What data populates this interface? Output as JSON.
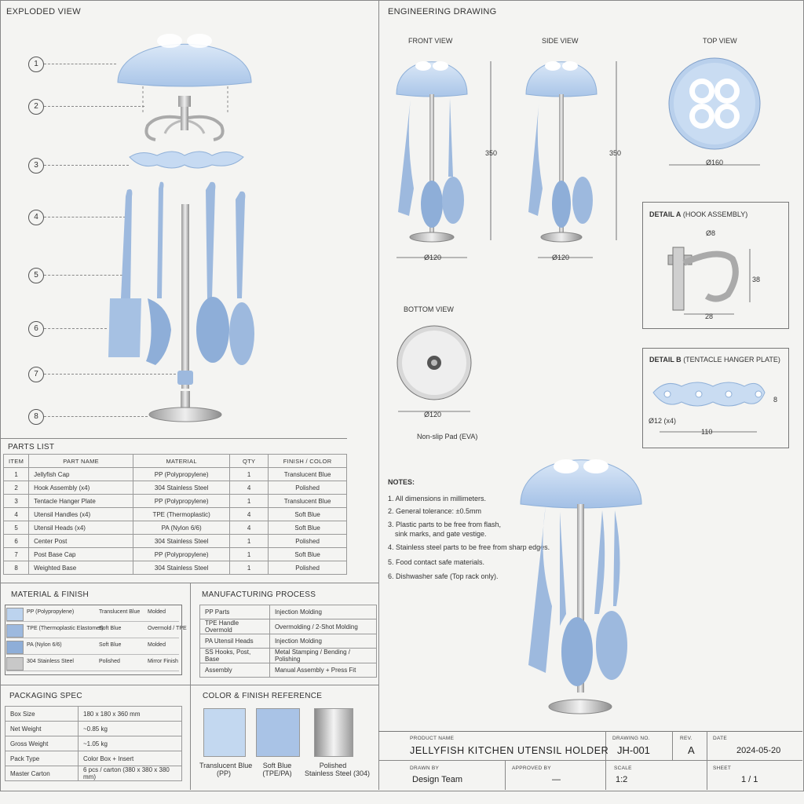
{
  "exploded": {
    "title": "EXPLODED VIEW",
    "callouts": [
      "1",
      "2",
      "3",
      "4",
      "5",
      "6",
      "7",
      "8"
    ]
  },
  "drawing": {
    "title": "ENGINEERING DRAWING",
    "front_view": "FRONT VIEW",
    "side_view": "SIDE  VIEW",
    "top_view": "TOP VIEW",
    "bottom_view": "BOTTOM VIEW",
    "dim_height_front": "350",
    "dim_height_side": "350",
    "dim_base_front": "Ø120",
    "dim_base_side": "Ø120",
    "dim_top": "Ø160",
    "dim_bottom": "Ø120",
    "bottom_note": "Non-slip Pad (EVA)"
  },
  "detail_a": {
    "title": "DETAIL A",
    "subtitle": "(HOOK ASSEMBLY)",
    "dim_dia": "Ø8",
    "dim_height": "38",
    "dim_width": "28"
  },
  "detail_b": {
    "title": "DETAIL B",
    "subtitle": "(TENTACLE HANGER PLATE)",
    "dim_holes": "Ø12 (x4)",
    "dim_thk": "8",
    "dim_len": "110"
  },
  "notes": {
    "title": "NOTES:",
    "items": [
      "1. All dimensions in millimeters.",
      "2. General tolerance: ±0.5mm",
      "3. Plastic parts to be free from flash,",
      "sink marks, and gate vestige.",
      "4. Stainless steel parts to be free from sharp edges.",
      "5. Food contact safe materials.",
      "6. Dishwasher safe (Top rack only)."
    ]
  },
  "parts_list": {
    "title": "PARTS LIST",
    "headers": [
      "ITEM",
      "PART  NAME",
      "MATERIAL",
      "QTY",
      "FINISH / COLOR"
    ],
    "rows": [
      [
        "1",
        "Jellyfish Cap",
        "PP (Polypropylene)",
        "1",
        "Translucent Blue"
      ],
      [
        "2",
        "Hook Assembly (x4)",
        "304 Stainless Steel",
        "4",
        "Polished"
      ],
      [
        "3",
        "Tentacle Hanger Plate",
        "PP (Polypropylene)",
        "1",
        "Translucent Blue"
      ],
      [
        "4",
        "Utensil Handles (x4)",
        "TPE (Thermoplastic)",
        "4",
        "Soft Blue"
      ],
      [
        "5",
        "Utensil Heads (x4)",
        "PA (Nylon 6/6)",
        "4",
        "Soft Blue"
      ],
      [
        "6",
        "Center Post",
        "304 Stainless Steel",
        "1",
        "Polished"
      ],
      [
        "7",
        "Post Base Cap",
        "PP (Polypropylene)",
        "1",
        "Soft Blue"
      ],
      [
        "8",
        "Weighted Base",
        "304 Stainless Steel",
        "1",
        "Polished"
      ]
    ]
  },
  "material_finish": {
    "title": "MATERIAL & FINISH",
    "rows": [
      {
        "material": "PP (Polypropylene)",
        "color": "Translucent Blue",
        "process": "Molded",
        "swatch": "#bcd3ee"
      },
      {
        "material": "TPE (Thermoplastic Elastomer)",
        "color": "Soft Blue",
        "process": "Overmold / TPE",
        "swatch": "#9db9de"
      },
      {
        "material": "PA (Nylon 6/6)",
        "color": "Soft Blue",
        "process": "Molded",
        "swatch": "#8eaed8"
      },
      {
        "material": "304 Stainless Steel",
        "color": "Polished",
        "process": "Mirror Finish",
        "swatch": "#c8c8c8"
      }
    ]
  },
  "manufacturing": {
    "title": "MANUFACTURING PROCESS",
    "rows": [
      [
        "PP Parts",
        "Injection Molding"
      ],
      [
        "TPE Handle Overmold",
        "Overmolding / 2-Shot Molding"
      ],
      [
        "PA Utensil Heads",
        "Injection Molding"
      ],
      [
        "SS Hooks, Post, Base",
        "Metal Stamping / Bending / Polishing"
      ],
      [
        "Assembly",
        "Manual Assembly + Press Fit"
      ]
    ]
  },
  "packaging": {
    "title": "PACKAGING SPEC",
    "rows": [
      [
        "Box Size",
        "180 x 180 x 360 mm"
      ],
      [
        "Net Weight",
        "~0.85 kg"
      ],
      [
        "Gross Weight",
        "~1.05 kg"
      ],
      [
        "Pack Type",
        "Color Box + Insert"
      ],
      [
        "Master Carton",
        "6 pcs / carton (380 x 380 x 380 mm)"
      ]
    ]
  },
  "color_ref": {
    "title": "COLOR & FINISH REFERENCE",
    "swatches": [
      {
        "line1": "Translucent Blue",
        "line2": "(PP)",
        "color": "#c3d8f0"
      },
      {
        "line1": "Soft Blue",
        "line2": "(TPE/PA)",
        "color": "#a9c3e6"
      },
      {
        "line1": "Polished",
        "line2": "Stainless Steel (304)",
        "color": "#cfcfcf"
      }
    ]
  },
  "title_block": {
    "product_caption": "PRODUCT NAME",
    "product_name": "JELLYFISH KITCHEN UTENSIL HOLDER",
    "drawing_no_caption": "DRAWING NO.",
    "drawing_no": "JH-001",
    "rev_caption": "REV.",
    "rev": "A",
    "date_caption": "DATE",
    "date": "2024-05-20",
    "drawn_caption": "DRAWN BY",
    "drawn_by": "Design Team",
    "approved_caption": "APPROVED BY",
    "approved_by": "—",
    "scale_caption": "SCALE",
    "scale": "1:2",
    "sheet_caption": "SHEET",
    "sheet": "1 / 1"
  }
}
